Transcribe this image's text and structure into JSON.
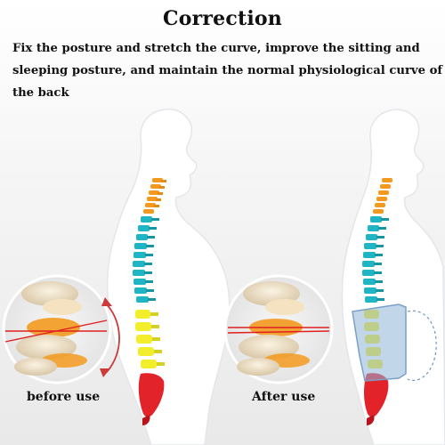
{
  "header": {
    "title": "Correction",
    "description": "Fix the posture and stretch the curve, improve the sitting and sleeping posture, and maintain the normal physiological curve of the back"
  },
  "panels": [
    {
      "caption": "before use"
    },
    {
      "caption": "After use"
    }
  ],
  "colors": {
    "silhouette": "#ffffff",
    "outline": "#dfe3e8",
    "cervical": "#f39a1e",
    "thoracic": "#1fb5c4",
    "lumbar": "#f2ee2b",
    "sacrum": "#e2232a",
    "red_line": "#e02020",
    "brace": "#8fb4d8"
  }
}
